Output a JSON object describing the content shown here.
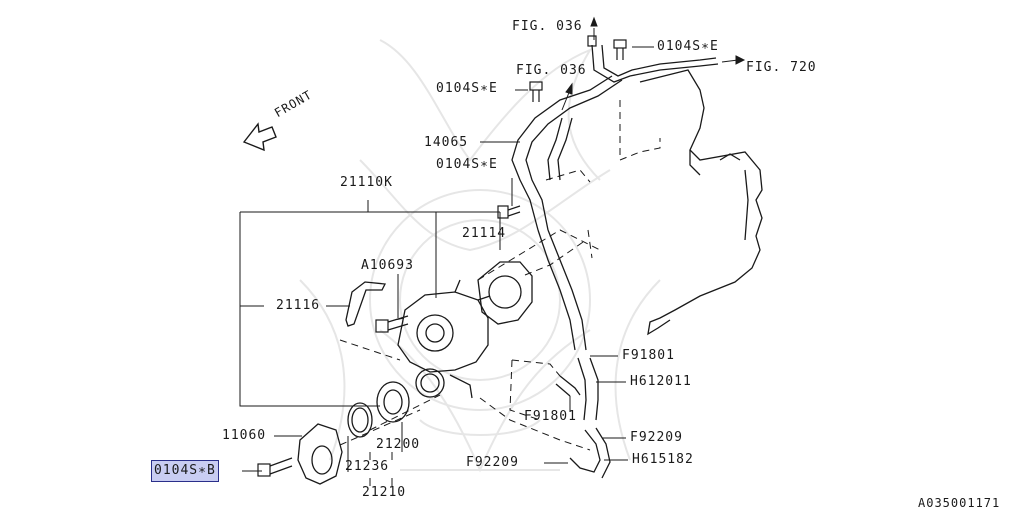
{
  "diagram": {
    "diagram_id": "A035001171",
    "front_label": "FRONT",
    "accent_color": "#c9cdf2",
    "line_color": "#1a1a1a",
    "watermark_color": "#e6e6e6",
    "labels": {
      "fig036_top": "FIG. 036",
      "fig036_mid": "FIG. 036",
      "fig720": "FIG. 720",
      "p0104SE_top": "0104S∗E",
      "p0104SE_left": "0104S∗E",
      "p0104SE_mid": "0104S∗E",
      "p14065": "14065",
      "p21110K": "21110K",
      "p21114": "21114",
      "pA10693": "A10693",
      "p21116": "21116",
      "p11060": "11060",
      "p0104SB": "0104S∗B",
      "p21236": "21236",
      "p21200": "21200",
      "p21210": "21210",
      "pF91801a": "F91801",
      "pH612011": "H612011",
      "pF91801b": "F91801",
      "pF92209a": "F92209",
      "pF92209b": "F92209",
      "pH615182": "H615182"
    }
  }
}
